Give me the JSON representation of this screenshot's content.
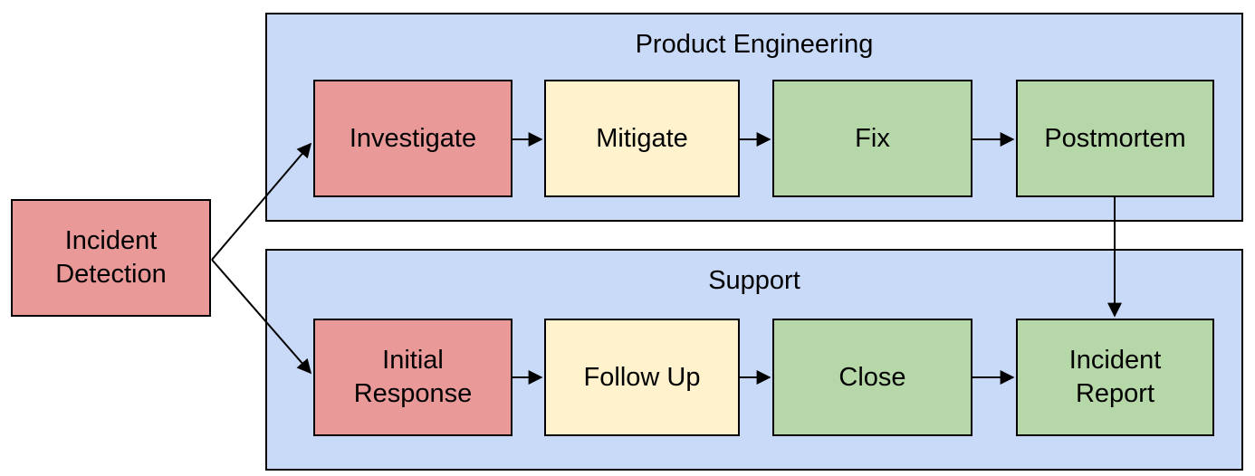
{
  "diagram": {
    "type": "flowchart-swimlanes",
    "colors": {
      "node_red": "#EA9999",
      "node_yellow": "#FFF2CC",
      "node_green": "#B6D7A8",
      "lane_fill": "#C9DAF8",
      "stroke": "#000000",
      "background": "#FFFFFF"
    },
    "start_node": {
      "label": "Incident\nDetection",
      "fill": "#EA9999"
    },
    "lanes": [
      {
        "title": "Product Engineering",
        "nodes": [
          {
            "label": "Investigate",
            "fill": "#EA9999"
          },
          {
            "label": "Mitigate",
            "fill": "#FFF2CC"
          },
          {
            "label": "Fix",
            "fill": "#B6D7A8"
          },
          {
            "label": "Postmortem",
            "fill": "#B6D7A8"
          }
        ]
      },
      {
        "title": "Support",
        "nodes": [
          {
            "label": "Initial\nResponse",
            "fill": "#EA9999"
          },
          {
            "label": "Follow Up",
            "fill": "#FFF2CC"
          },
          {
            "label": "Close",
            "fill": "#B6D7A8"
          },
          {
            "label": "Incident\nReport",
            "fill": "#B6D7A8"
          }
        ]
      }
    ],
    "connections": [
      {
        "from": "Incident Detection",
        "to": "Investigate"
      },
      {
        "from": "Incident Detection",
        "to": "Initial Response"
      },
      {
        "from": "Investigate",
        "to": "Mitigate"
      },
      {
        "from": "Mitigate",
        "to": "Fix"
      },
      {
        "from": "Fix",
        "to": "Postmortem"
      },
      {
        "from": "Postmortem",
        "to": "Incident Report"
      },
      {
        "from": "Initial Response",
        "to": "Follow Up"
      },
      {
        "from": "Follow Up",
        "to": "Close"
      },
      {
        "from": "Close",
        "to": "Incident Report"
      }
    ]
  }
}
